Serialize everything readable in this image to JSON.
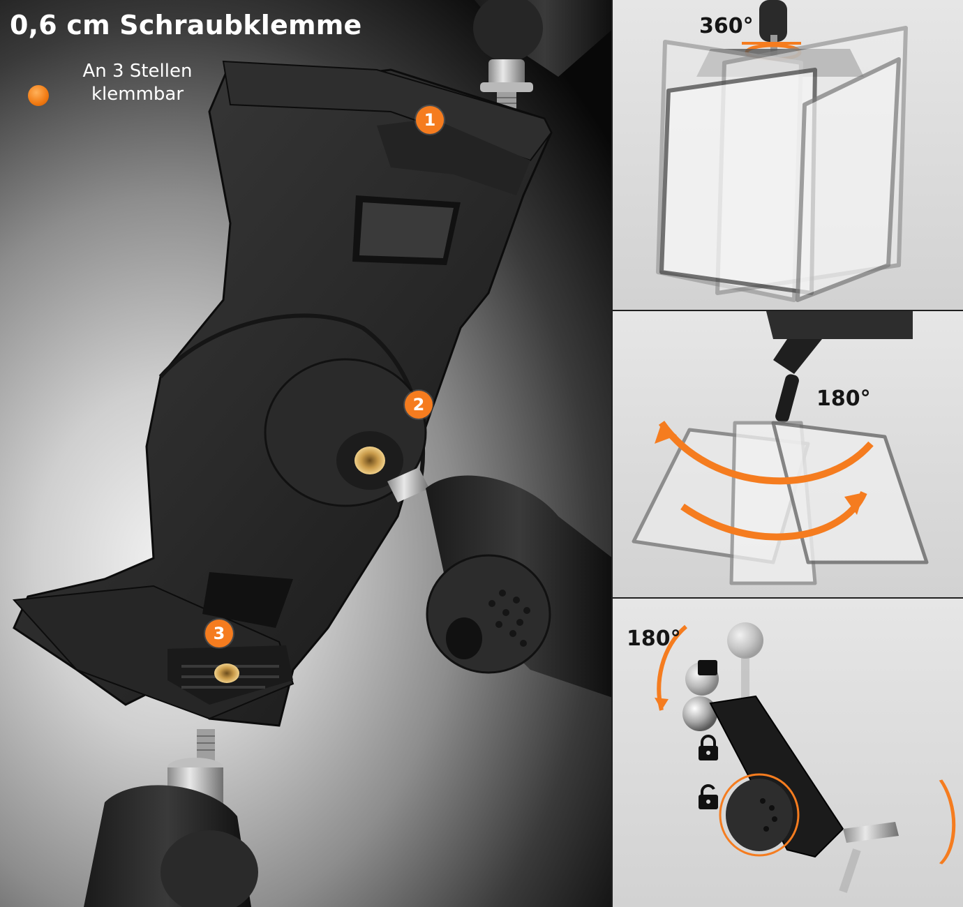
{
  "title": "0,6 cm Schraubklemme",
  "legend": {
    "text": "An 3 Stellen klemmbar"
  },
  "points": [
    "1",
    "2",
    "3"
  ],
  "panels": {
    "rotate": {
      "angle": "360°"
    },
    "tilt": {
      "angle": "180°"
    },
    "arm": {
      "angle": "180°"
    }
  },
  "colors": {
    "accent": "#f57c1f",
    "panel_bg": "#d8d8d8",
    "dark": "#151515"
  },
  "icons": [
    "lock-closed-icon",
    "lock-open-icon",
    "rotate-arrow-icon"
  ]
}
